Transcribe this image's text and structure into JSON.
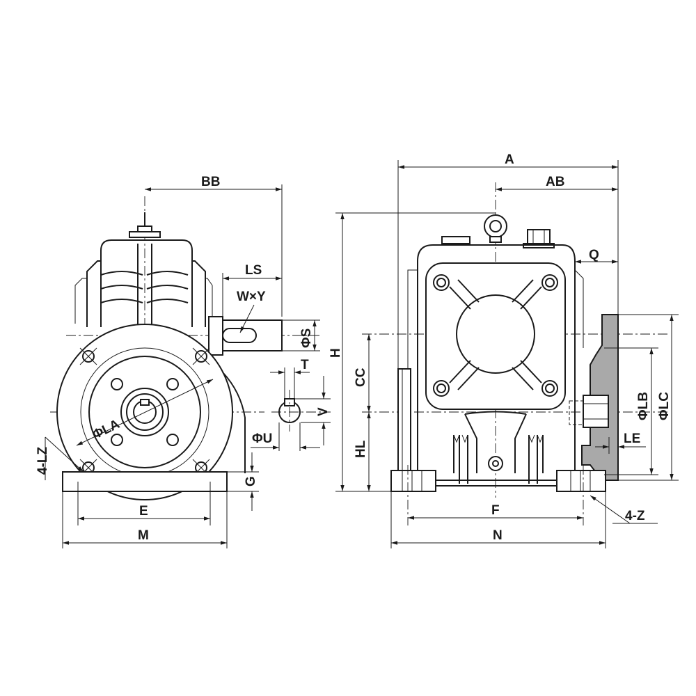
{
  "labels": {
    "BB": "BB",
    "LS": "LS",
    "WxY": "W×Y",
    "phiS": "ΦS",
    "T": "T",
    "V": "V",
    "phiU": "ΦU",
    "phiLA": "ΦLA",
    "fourLZ": "4-LZ",
    "G": "G",
    "E": "E",
    "M": "M",
    "H": "H",
    "CC": "CC",
    "HL": "HL",
    "A": "A",
    "AB": "AB",
    "Q": "Q",
    "phiLB": "ΦLB",
    "phiLC": "ΦLC",
    "LE": "LE",
    "F": "F",
    "N": "N",
    "fourZ": "4-Z"
  }
}
